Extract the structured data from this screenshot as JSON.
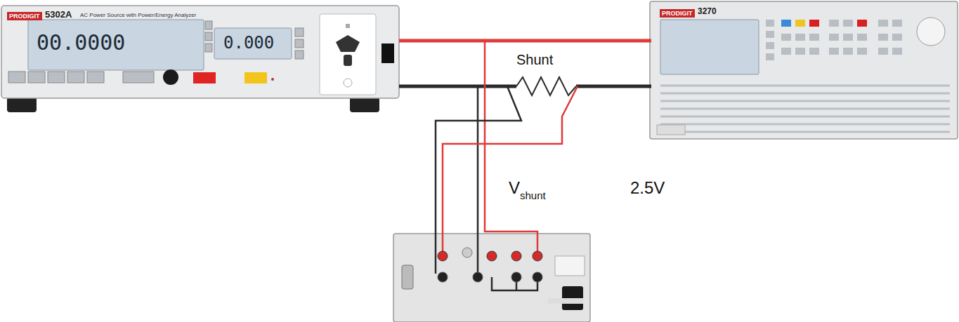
{
  "diagram": {
    "nodes": [
      {
        "text": [
          "PRODIGIT",
          "5302A",
          "AC Power Source with Power/Energy Analyzer"
        ]
      },
      {
        "text": [
          "PRODIGIT",
          "3270"
        ]
      }
    ],
    "labels": [
      "Shunt",
      "V",
      "shunt",
      "2.5V",
      "00.0000",
      "0.000"
    ]
  }
}
